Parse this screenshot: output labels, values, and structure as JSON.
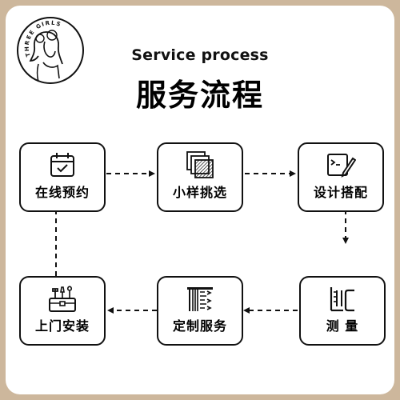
{
  "brand": {
    "logo_text": "THREE GIRLS"
  },
  "header": {
    "subtitle": "Service process",
    "title": "服务流程"
  },
  "steps": [
    {
      "label": "在线预约",
      "icon": "calendar-icon"
    },
    {
      "label": "小样挑选",
      "icon": "fabric-samples-icon"
    },
    {
      "label": "设计搭配",
      "icon": "design-pen-icon"
    },
    {
      "label": "测 量",
      "icon": "measuring-ruler-icon"
    },
    {
      "label": "定制服务",
      "icon": "sewing-customization-icon"
    },
    {
      "label": "上门安装",
      "icon": "toolbox-icon"
    }
  ],
  "colors": {
    "background": "#cdb79c",
    "card": "#ffffff",
    "ink": "#111111"
  }
}
